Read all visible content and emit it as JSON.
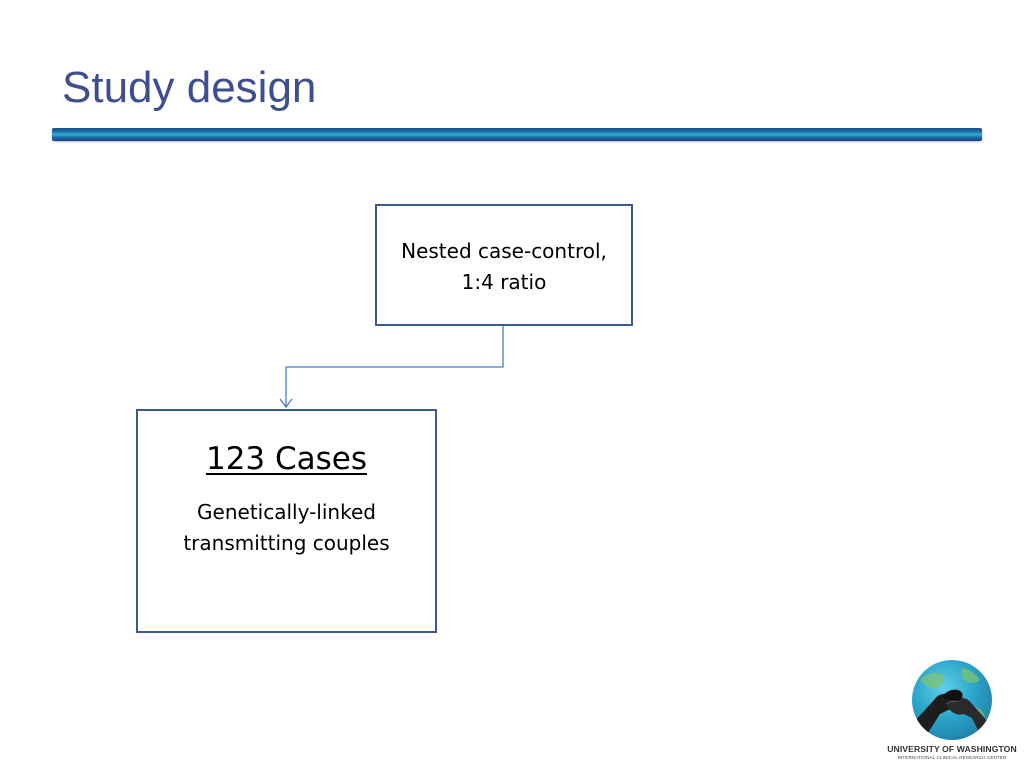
{
  "slide": {
    "title": "Study design"
  },
  "diagram": {
    "top_box": {
      "line1": "Nested case-control,",
      "line2": "1:4 ratio"
    },
    "cases_box": {
      "heading": "123 Cases",
      "desc_line1": "Genetically-linked",
      "desc_line2": "transmitting couples"
    },
    "connector_color": "#4a7cc0",
    "box_border_color": "#3b5a86"
  },
  "logo": {
    "icon": "handshake-globe-icon",
    "org": "UNIVERSITY OF WASHINGTON",
    "sub": "INTERNATIONAL CLINICAL RESEARCH CENTER"
  },
  "colors": {
    "title": "#3d4f8f",
    "rule_dark": "#1a4f8c",
    "rule_light": "#2bb7c6"
  }
}
